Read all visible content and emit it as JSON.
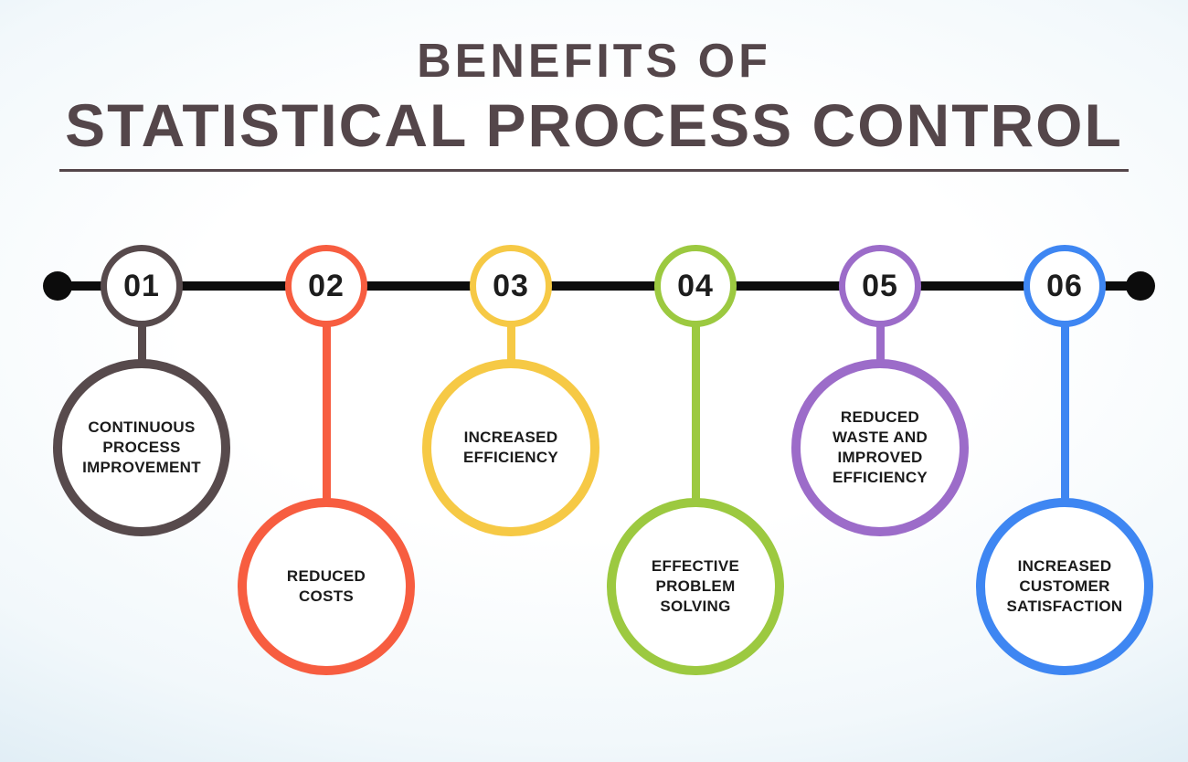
{
  "title": {
    "line1": "BENEFITS OF",
    "line2": "STATISTICAL PROCESS CONTROL"
  },
  "items": [
    {
      "number": "01",
      "label": "CONTINUOUS PROCESS IMPROVEMENT",
      "color": "#574a4c",
      "position": "high"
    },
    {
      "number": "02",
      "label": "REDUCED COSTS",
      "color": "#f75d40",
      "position": "low"
    },
    {
      "number": "03",
      "label": "INCREASED EFFICIENCY",
      "color": "#f6c945",
      "position": "high"
    },
    {
      "number": "04",
      "label": "EFFECTIVE PROBLEM SOLVING",
      "color": "#9cc940",
      "position": "low"
    },
    {
      "number": "05",
      "label": "REDUCED WASTE AND IMPROVED EFFICIENCY",
      "color": "#9c6cc9",
      "position": "high"
    },
    {
      "number": "06",
      "label": "INCREASED CUSTOMER SATISFACTION",
      "color": "#3e86f2",
      "position": "low"
    }
  ],
  "colors": {
    "title_text": "#54464a",
    "timeline": "#0c0c0c",
    "label_text": "#1b1b1b",
    "background_center": "#ffffff",
    "background_edge": "#c8dfec"
  }
}
